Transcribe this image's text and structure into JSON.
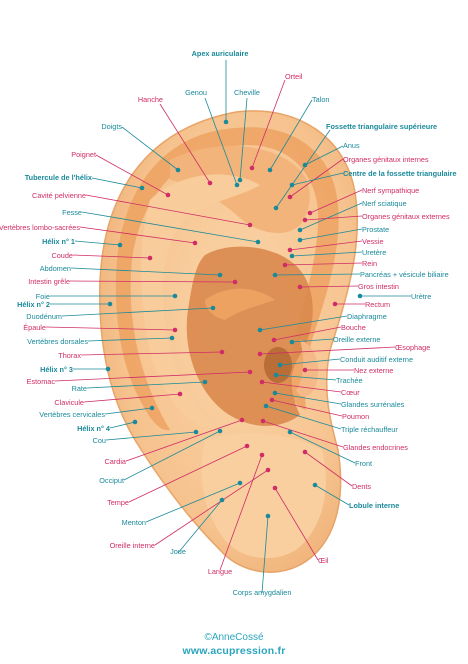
{
  "colors": {
    "teal": "#1a8a9a",
    "pink": "#d02c67",
    "ear_skin": "#f6c38f",
    "ear_mid": "#eda262",
    "ear_deep": "#d9884c",
    "footer": "#2ba5bd"
  },
  "labels": {
    "apex": "Apex auriculaire",
    "genou": "Genou",
    "cheville": "Cheville",
    "orteil": "Orteil",
    "hanche": "Hanche",
    "talon": "Talon",
    "doigts": "Doigts",
    "fossette_sup": "Fossette triangulaire supérieure",
    "anus": "Anus",
    "poignet": "Poignet",
    "org_gen_int": "Organes génitaux internes",
    "tubercule": "Tubercule de l'hélix",
    "centre_fossette": "Centre de la fossette triangulaire",
    "cavite": "Cavité pelvienne",
    "nerf_symp": "Nerf sympathique",
    "fesse": "Fesse",
    "nerf_sci": "Nerf sciatique",
    "vert_lombo": "Vertèbres lombo-sacrées",
    "org_gen_ext": "Organes génitaux externes",
    "prostate": "Prostate",
    "helix1": "Hélix n° 1",
    "vessie": "Vessie",
    "coude": "Coude",
    "uretere": "Uretère",
    "abdomen": "Abdomen",
    "rein": "Rein",
    "pancreas": "Pancréas + vésicule biliaire",
    "intestin_grele": "Intestin grêle",
    "gros_intestin": "Gros intestin",
    "foie": "Foie",
    "uretre": "Urètre",
    "helix2": "Hélix n° 2",
    "rectum": "Rectum",
    "duodenum": "Duodénum",
    "diaphragme": "Diaphragme",
    "epaule": "Épaule",
    "bouche": "Bouche",
    "vert_dorsales": "Vertèbres dorsales",
    "oreille_ext": "Oreille externe",
    "oesophage": "Œsophage",
    "thorax": "Thorax",
    "conduit": "Conduit auditif externe",
    "helix3": "Hélix n° 3",
    "nez_ext": "Nez externe",
    "estomac": "Estomac",
    "trachee": "Trachée",
    "rate": "Rate",
    "coeur": "Cœur",
    "clavicule": "Clavicule",
    "glandes_sur": "Glandes surrénales",
    "vert_cerv": "Vertèbres cervicales",
    "poumon": "Poumon",
    "helix4": "Hélix n° 4",
    "triple": "Triple réchauffeur",
    "cou": "Cou",
    "glandes_endo": "Glandes endocrines",
    "cardia": "Cardia",
    "front": "Front",
    "occiput": "Occiput",
    "dents": "Dents",
    "tempe": "Tempe",
    "lobule": "Lobule interne",
    "menton": "Menton",
    "oreille_int": "Oreille interne",
    "joue": "Joue",
    "oeil": "Œil",
    "langue": "Langue",
    "corps_amyg": "Corps amygdalien"
  },
  "footer": {
    "copyright": "©AnneCossé",
    "url": "www.acupression.fr"
  }
}
